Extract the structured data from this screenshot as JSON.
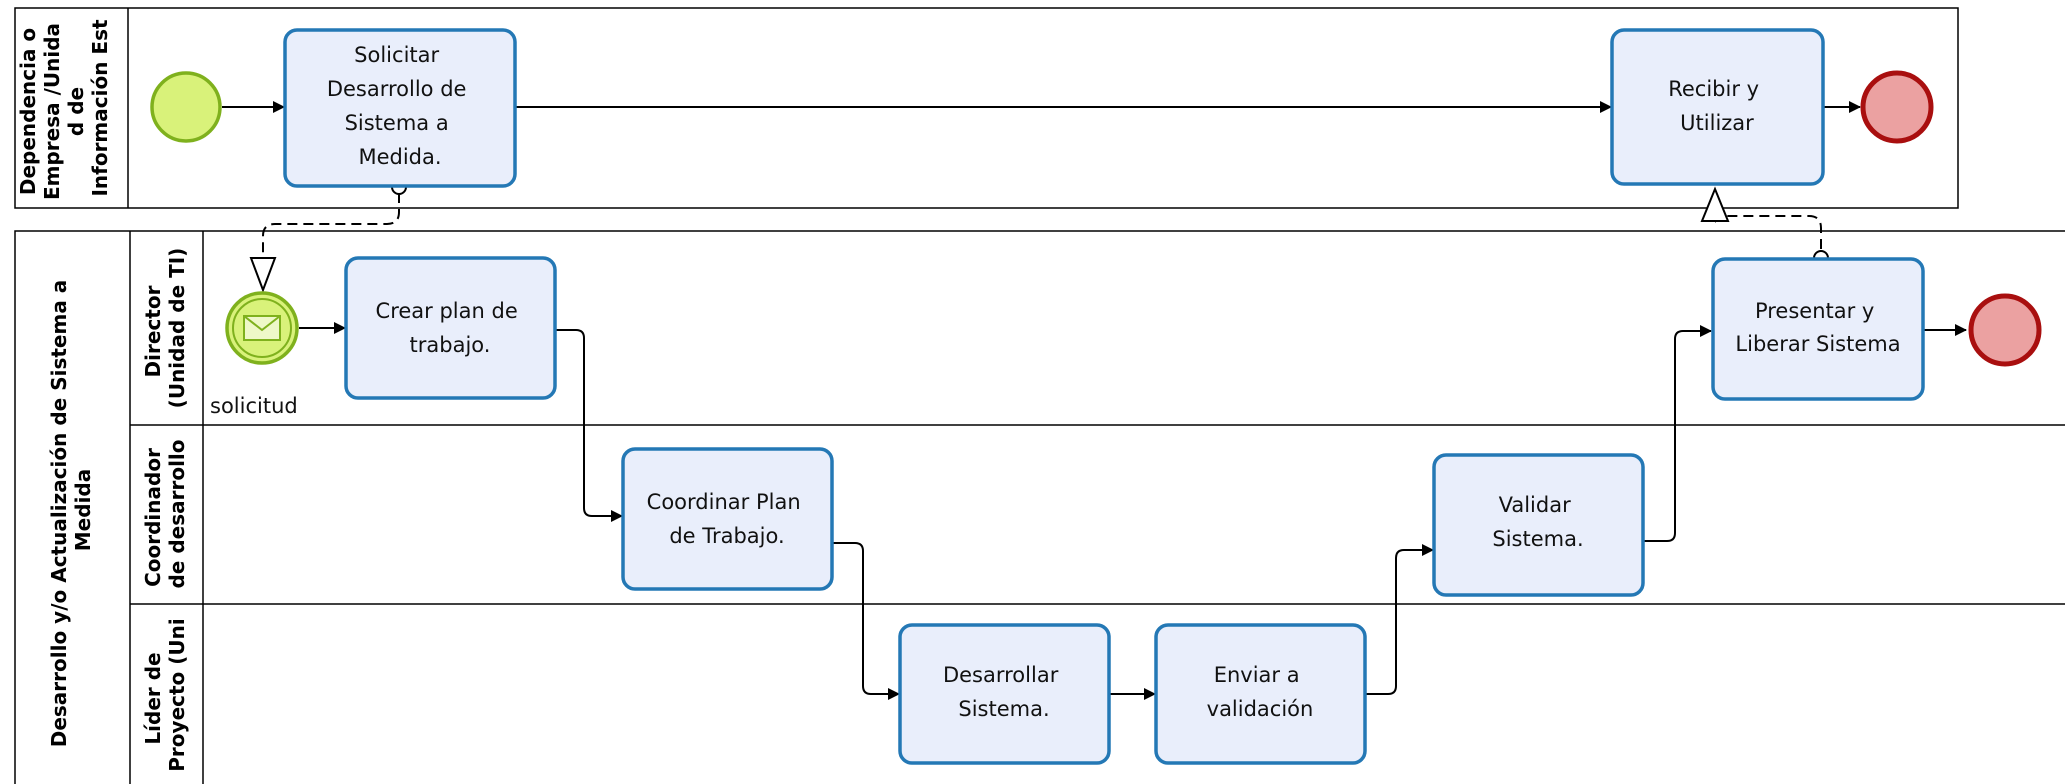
{
  "pools": [
    {
      "label_lines": [
        "Dependencia o",
        "Empresa /Unida",
        "d de",
        "Información Est"
      ],
      "lanes": []
    },
    {
      "label_lines": [
        "Desarrollo y/o Actualización de Sistema a",
        "Medida"
      ],
      "lanes": [
        {
          "label_lines": [
            "Director",
            "(Unidad  de  TI)"
          ]
        },
        {
          "label_lines": [
            "Coordinador",
            "de desarrollo"
          ]
        },
        {
          "label_lines": [
            "Líder de",
            "Proyecto (Uni"
          ]
        }
      ]
    }
  ],
  "tasks": [
    {
      "id": "solicitar",
      "lines": [
        "Solicitar",
        "Desarrollo de",
        "Sistema a",
        "Medida."
      ]
    },
    {
      "id": "recibir",
      "lines": [
        "Recibir y",
        "Utilizar"
      ]
    },
    {
      "id": "crear",
      "lines": [
        "Crear plan de",
        "trabajo."
      ]
    },
    {
      "id": "presentar",
      "lines": [
        "Presentar  y",
        "Liberar Sistema"
      ]
    },
    {
      "id": "coordinar",
      "lines": [
        "Coordinar Plan",
        "de Trabajo."
      ]
    },
    {
      "id": "validar",
      "lines": [
        "Validar",
        "Sistema."
      ]
    },
    {
      "id": "desarrollar",
      "lines": [
        "Desarrollar",
        "Sistema."
      ]
    },
    {
      "id": "enviar",
      "lines": [
        "Enviar a",
        "validación"
      ]
    }
  ],
  "events": [
    {
      "id": "start-top",
      "kind": "start"
    },
    {
      "id": "end-top",
      "kind": "end"
    },
    {
      "id": "message-start",
      "kind": "message-start",
      "label": "solicitud",
      "icon": "envelope-icon"
    },
    {
      "id": "end-director",
      "kind": "end"
    }
  ],
  "sequence_flows": [
    [
      "start-top",
      "solicitar"
    ],
    [
      "solicitar",
      "recibir"
    ],
    [
      "recibir",
      "end-top"
    ],
    [
      "message-start",
      "crear"
    ],
    [
      "crear",
      "coordinar"
    ],
    [
      "coordinar",
      "desarrollar"
    ],
    [
      "desarrollar",
      "enviar"
    ],
    [
      "enviar",
      "validar"
    ],
    [
      "validar",
      "presentar"
    ],
    [
      "presentar",
      "end-director"
    ]
  ],
  "message_flows": [
    [
      "solicitar",
      "message-start"
    ],
    [
      "presentar",
      "recibir"
    ]
  ],
  "colors": {
    "task_fill": "#e9eefb",
    "task_stroke": "#2478b5",
    "start_fill": "#d9f27a",
    "start_stroke": "#7fb11d",
    "end_fill": "#eba1a1",
    "end_stroke": "#a90f0f"
  }
}
